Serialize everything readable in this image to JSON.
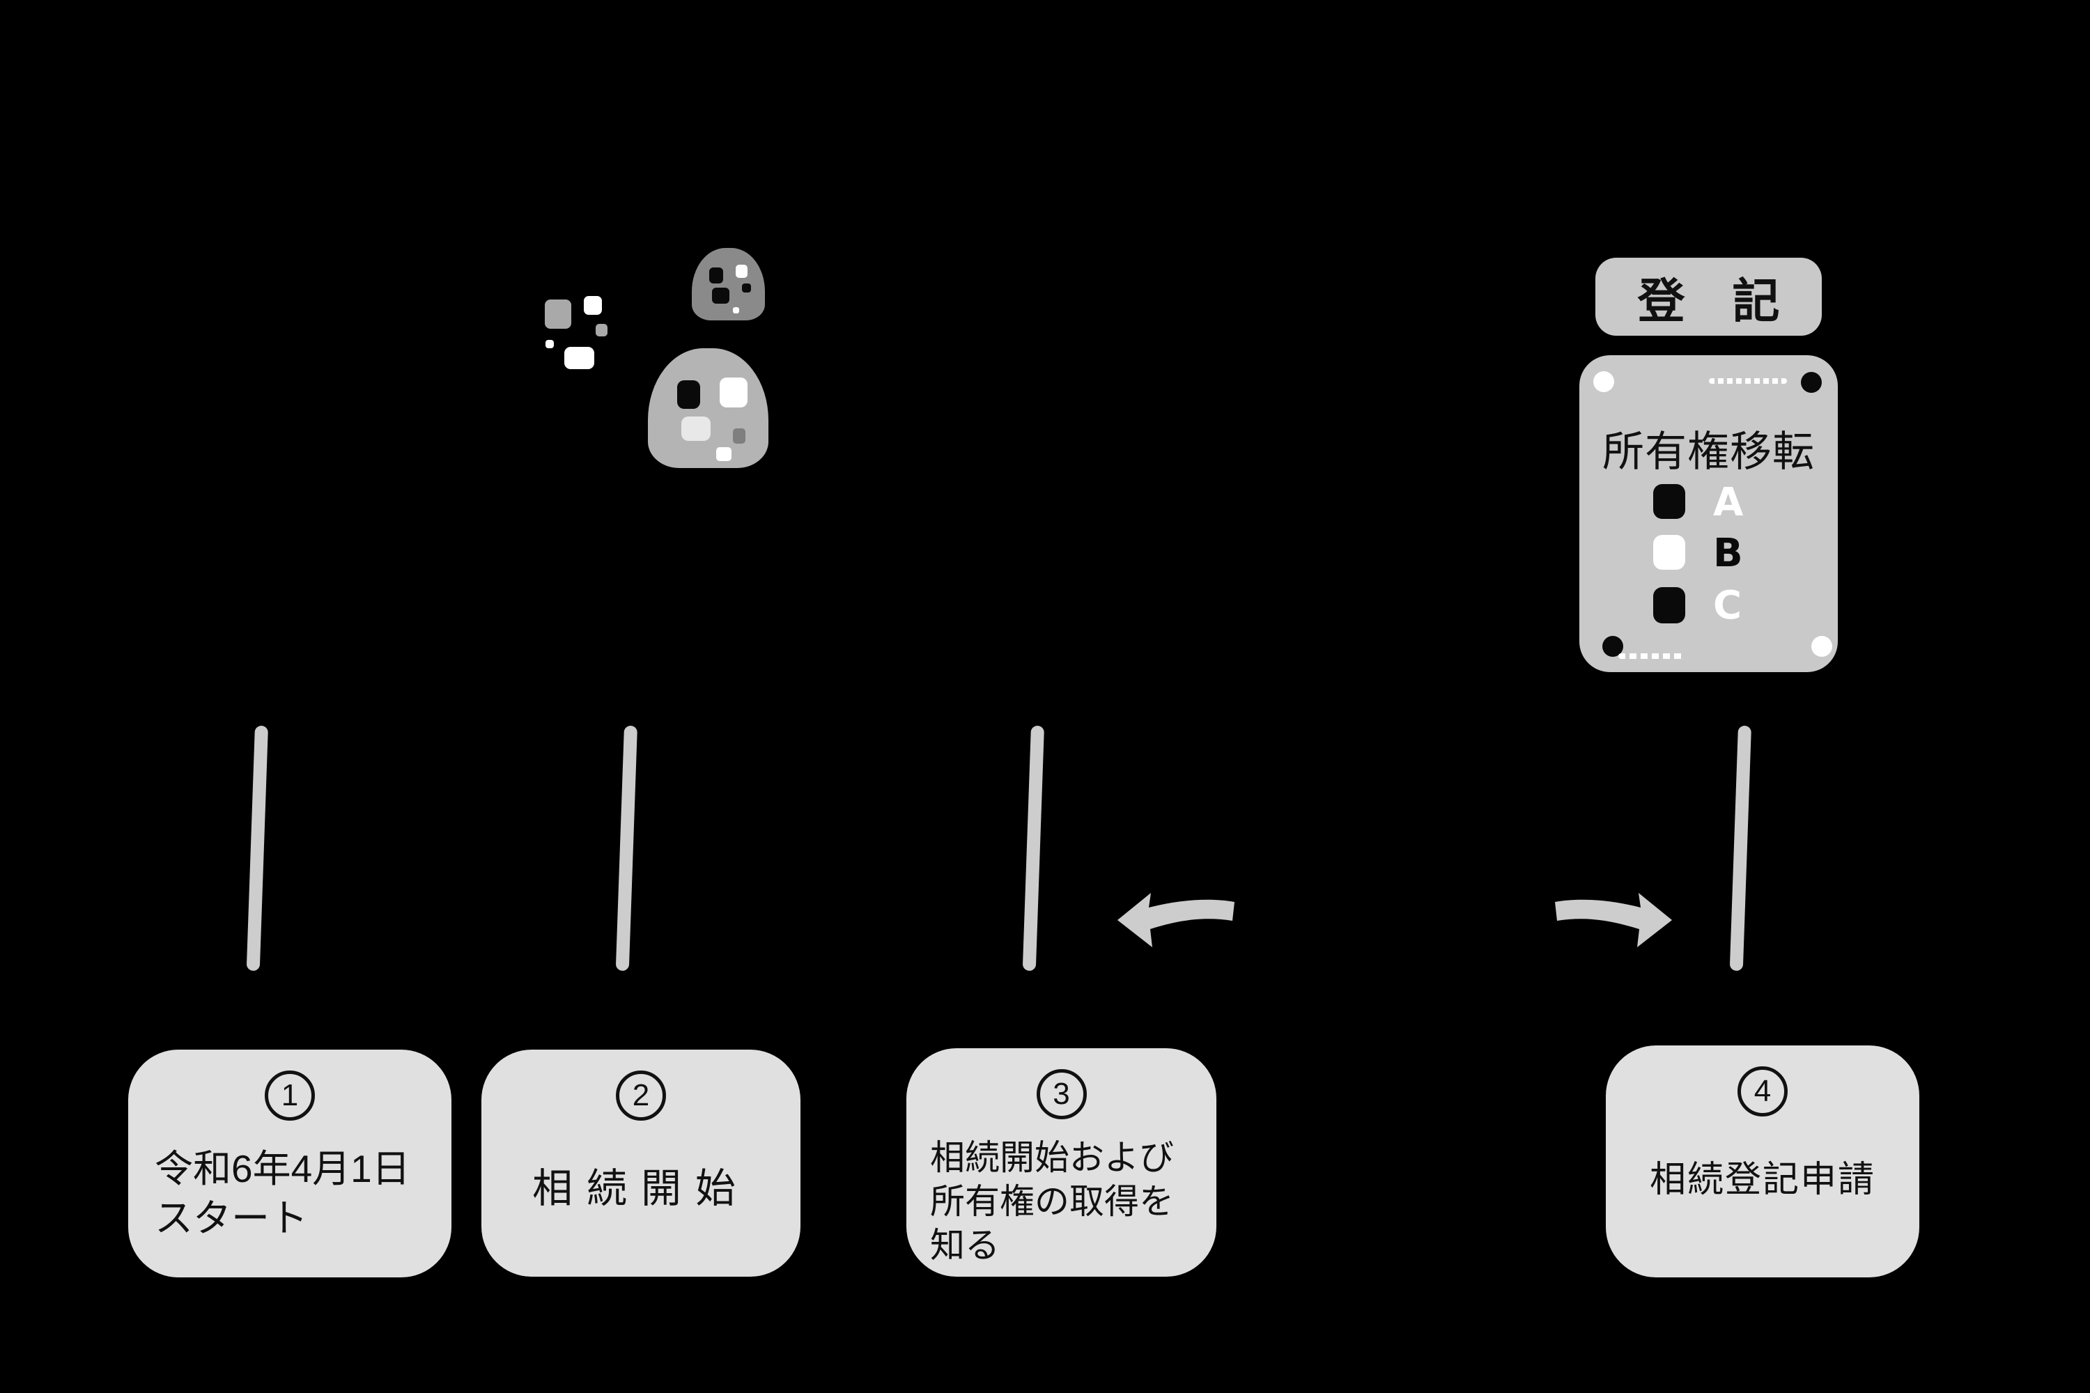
{
  "colors": {
    "background": "#000000",
    "step_box": "#e0e0e0",
    "registry_panel": "#c9c9c9",
    "timeline_gray": "#cdcdcd",
    "text": "#111111",
    "house_small": "#8a8a8a",
    "house_large": "#b4b4b4",
    "scattered_square_gray": "#a9a9a9",
    "window_black": "#0a0a0a",
    "window_white": "#ffffff"
  },
  "registry": {
    "label": "登　記",
    "document_title": "所有権移転",
    "entries": [
      {
        "letter": "A",
        "window_color": "#0a0a0a",
        "letter_color": "#ffffff"
      },
      {
        "letter": "B",
        "window_color": "#ffffff",
        "letter_color": "#0a0a0a"
      },
      {
        "letter": "C",
        "window_color": "#0a0a0a",
        "letter_color": "#ffffff"
      }
    ]
  },
  "steps": [
    {
      "number": "1",
      "lines": [
        "令和6年4月1日",
        "スタート"
      ]
    },
    {
      "number": "2",
      "lines": [
        "相続開始"
      ]
    },
    {
      "number": "3",
      "lines": [
        "相続開始および",
        "所有権の取得を",
        "知る"
      ]
    },
    {
      "number": "4",
      "lines": [
        "相続登記申請"
      ]
    }
  ],
  "icons": {
    "house_small": "house-icon",
    "house_large": "house-icon",
    "scattered_squares": "window-debris-icon",
    "arrow_left": "curved-arrow-left-icon",
    "arrow_right": "curved-arrow-right-icon",
    "registry_document": "deed-document-icon"
  }
}
